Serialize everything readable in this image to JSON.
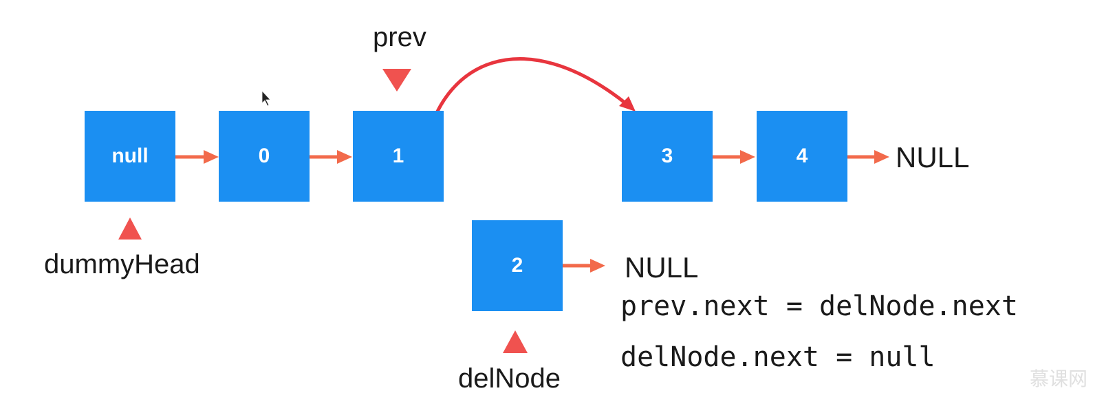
{
  "nodes": {
    "dummy": "null",
    "n0": "0",
    "n1": "1",
    "n2": "2",
    "n3": "3",
    "n4": "4"
  },
  "labels": {
    "prev": "prev",
    "dummy_head": "dummyHead",
    "del_node": "delNode",
    "null_main": "NULL",
    "null_del": "NULL"
  },
  "code": {
    "line1": "prev.next = delNode.next",
    "line2": "delNode.next = null"
  },
  "watermark": "慕课网",
  "colors": {
    "node": "#1b8ff2",
    "arrow": "#f26a4b",
    "pointer": "#f0524f",
    "relink": "#e8353e"
  }
}
